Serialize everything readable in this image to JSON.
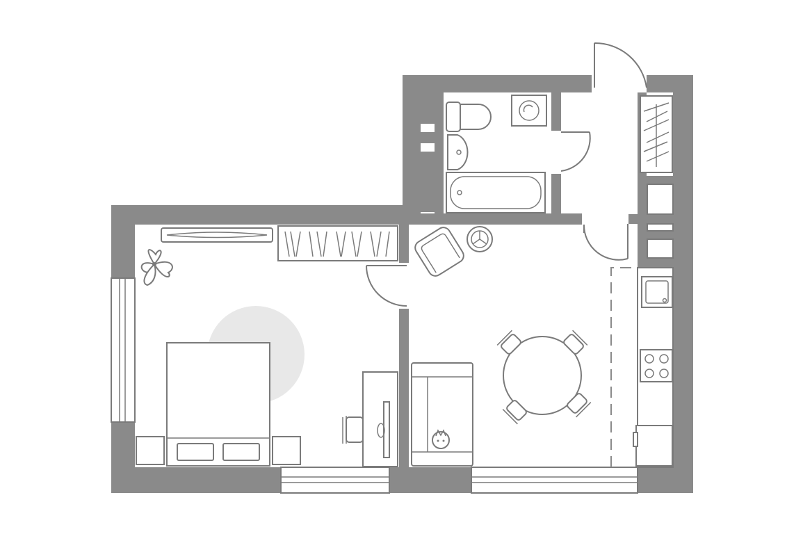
{
  "plan": {
    "type": "apartment floor plan",
    "rooms": [
      "bedroom",
      "living-kitchen",
      "bathroom",
      "hallway"
    ],
    "colors": {
      "wall": "#8a8a8a",
      "line": "#7a7a7a",
      "rug": "#e8e8e8",
      "background": "#ffffff"
    },
    "furniture_icons": [
      "bed-icon",
      "nightstand-icon",
      "wardrobe-icon",
      "plant-icon",
      "desk-icon",
      "monitor-icon",
      "chair-icon",
      "armchair-icon",
      "sofa-icon",
      "dining-table-icon",
      "stove-icon",
      "sink-icon",
      "toilet-icon",
      "bathtub-icon",
      "washing-machine-icon",
      "cat-icon"
    ]
  }
}
